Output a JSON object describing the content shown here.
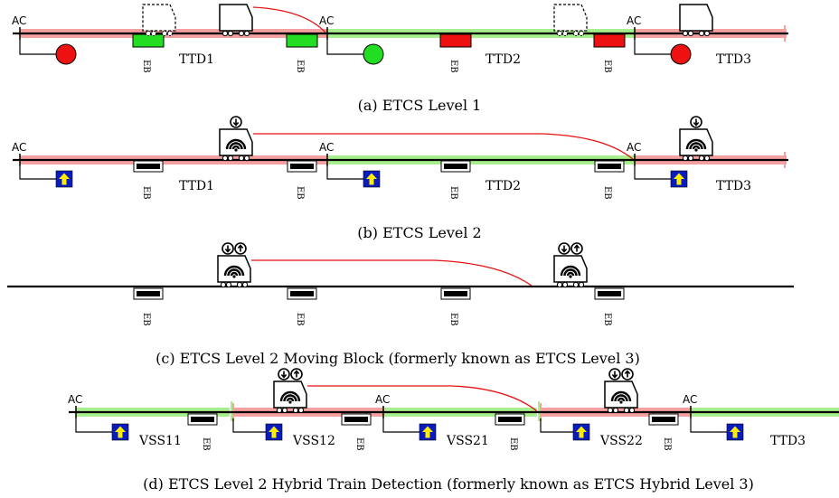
{
  "symbols": {
    "axle_counter": "AC",
    "eurobalise": "EB",
    "train_detection_labels": [
      "TTD1",
      "TTD2",
      "TTD3"
    ],
    "hybrid_section_labels": [
      "VSS11",
      "VSS12",
      "VSS21",
      "VSS22",
      "TTD3"
    ]
  },
  "captions": {
    "a": "(a) ETCS Level 1",
    "b": "(b) ETCS Level 2",
    "c": "(c) ETCS Level 2 Moving Block (formerly known as ETCS Level 3)",
    "d": "(d) ETCS Level 2 Hybrid Train Detection (formerly known as ETCS Hybrid Level 3)"
  },
  "colors": {
    "occupied": "#f4a0a0",
    "free": "#a6ef8c",
    "signal_red": "#ee1111",
    "signal_green": "#22dd22",
    "balise_green": "#22dd22",
    "balise_red": "#ee1111",
    "marker_blue": "#0a1cc0",
    "marker_yellow": "#ffee00",
    "authority_curve": "#e81010"
  },
  "icons": [
    "train-icon",
    "radio-antenna-icon",
    "signal-lamp-icon",
    "eurobalise-icon",
    "board-marker-icon",
    "downlink-icon",
    "uplink-icon",
    "axle-counter-icon"
  ]
}
